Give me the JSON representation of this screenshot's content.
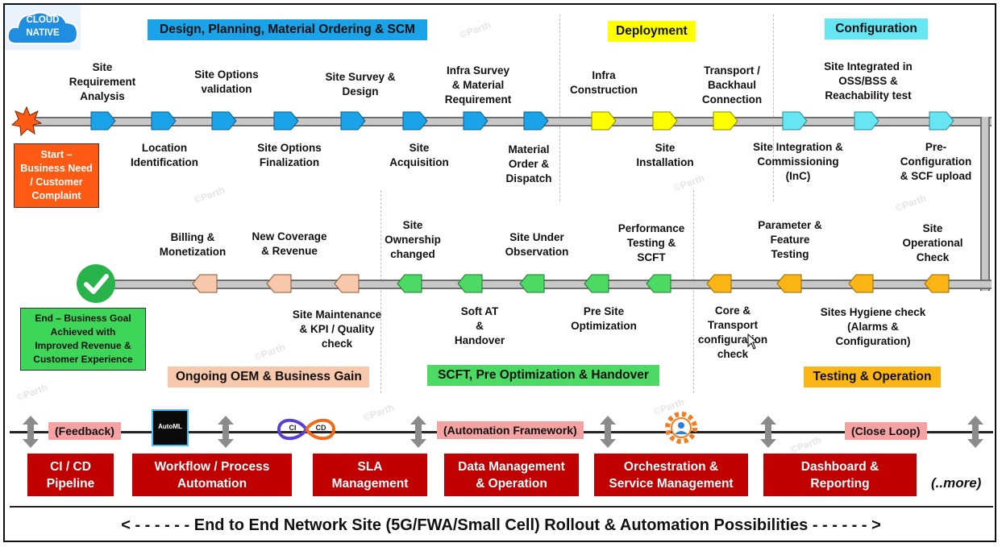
{
  "logo": {
    "line1": "CLOUD",
    "line2": "NATIVE"
  },
  "phases": {
    "design": "Design, Planning, Material Ordering & SCM",
    "deployment": "Deployment",
    "configuration": "Configuration",
    "testing": "Testing & Operation",
    "scft": "SCFT, Pre Optimization & Handover",
    "ongoing": "Ongoing OEM & Business Gain"
  },
  "start": {
    "l1": "Start –",
    "l2": "Business Need",
    "l3": "/ Customer",
    "l4": "Complaint"
  },
  "end": {
    "l1": "End – Business Goal",
    "l2": "Achieved with",
    "l3": "Improved Revenue &",
    "l4": "Customer Experience"
  },
  "steps_top_above": [
    {
      "l1": "Site",
      "l2": "Requirement",
      "l3": "Analysis"
    },
    {
      "l1": "Site Options",
      "l2": "validation"
    },
    {
      "l1": "Site Survey &",
      "l2": "Design"
    },
    {
      "l1": "Infra Survey",
      "l2": "& Material",
      "l3": "Requirement"
    },
    {
      "l1": "Infra",
      "l2": "Construction"
    },
    {
      "l1": "Transport /",
      "l2": "Backhaul",
      "l3": "Connection"
    },
    {
      "l1": "Site Integrated in",
      "l2": "OSS/BSS &",
      "l3": "Reachability test"
    }
  ],
  "steps_top_below": [
    {
      "l1": "Location",
      "l2": "Identification"
    },
    {
      "l1": "Site Options",
      "l2": "Finalization"
    },
    {
      "l1": "Site",
      "l2": "Acquisition"
    },
    {
      "l1": "Material",
      "l2": "Order &",
      "l3": "Dispatch"
    },
    {
      "l1": "Site",
      "l2": "Installation"
    },
    {
      "l1": "Site Integration &",
      "l2": "Commissioning",
      "l3": "(InC)"
    },
    {
      "l1": "Pre-",
      "l2": "Configuration",
      "l3": "& SCF upload"
    }
  ],
  "steps_bottom_above": [
    {
      "l1": "Billing &",
      "l2": "Monetization"
    },
    {
      "l1": "New Coverage",
      "l2": "& Revenue"
    },
    {
      "l1": "Site",
      "l2": "Ownership",
      "l3": "changed"
    },
    {
      "l1": "Site Under",
      "l2": "Observation"
    },
    {
      "l1": "Performance",
      "l2": "Testing &",
      "l3": "SCFT"
    },
    {
      "l1": "Parameter &",
      "l2": "Feature",
      "l3": "Testing"
    },
    {
      "l1": "Site",
      "l2": "Operational",
      "l3": "Check"
    }
  ],
  "steps_bottom_below": [
    {
      "l1": "Site Maintenance",
      "l2": "& KPI / Quality",
      "l3": "check"
    },
    {
      "l1": "Soft AT",
      "l2": "&",
      "l3": "Handover"
    },
    {
      "l1": "Pre Site",
      "l2": "Optimization"
    },
    {
      "l1": "Core &",
      "l2": "Transport",
      "l3": "configuration",
      "l4": "check"
    },
    {
      "l1": "Sites Hygiene check",
      "l2": "(Alarms &",
      "l3": "Configuration)"
    }
  ],
  "colors": {
    "blue": "#1aa3e8",
    "yellow": "#ffff00",
    "cyan": "#66e6f2",
    "orange": "#fbb615",
    "green": "#4cd964",
    "peach": "#f8c8ac",
    "red": "#c00000",
    "pink": "#f4a2a2",
    "start": "#ff5a14",
    "end": "#3ed658"
  },
  "automation": {
    "feedback": "(Feedback)",
    "framework": "(Automation Framework)",
    "closeloop": "(Close Loop)",
    "automl": "AutoML",
    "ci": "CI",
    "cd": "CD",
    "boxes": [
      {
        "l1": "CI / CD",
        "l2": "Pipeline"
      },
      {
        "l1": "Workflow / Process",
        "l2": "Automation"
      },
      {
        "l1": "SLA",
        "l2": "Management"
      },
      {
        "l1": "Data Management",
        "l2": "& Operation"
      },
      {
        "l1": "Orchestration  &",
        "l2": "Service Management"
      },
      {
        "l1": "Dashboard &",
        "l2": "Reporting"
      }
    ],
    "more": "(..more)"
  },
  "footer": "< - - - - - - End to End Network Site (5G/FWA/Small Cell) Rollout & Automation Possibilities - - - - - - >"
}
